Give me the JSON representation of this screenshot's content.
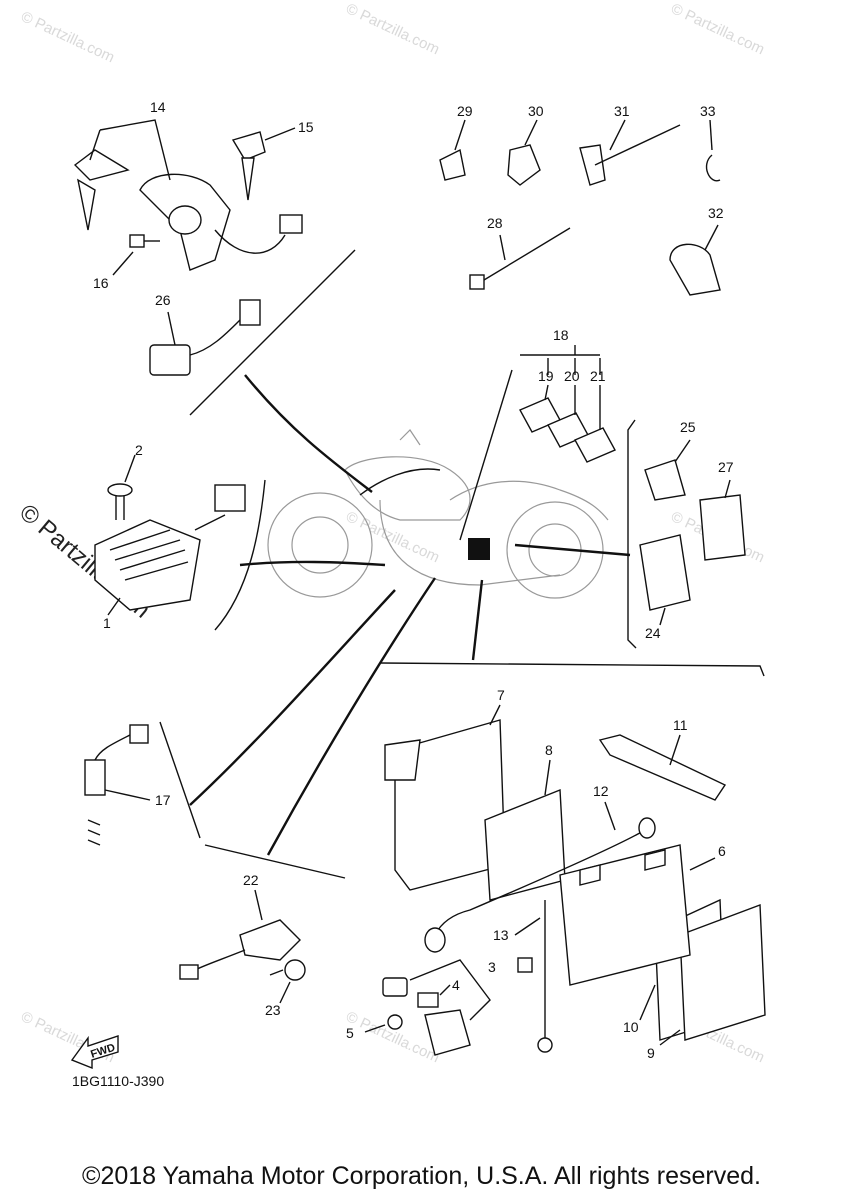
{
  "watermark_text": "© Partzilla.com",
  "watermark_label_large": "© Partzilla.com",
  "diagram_code": "1BG1110-J390",
  "fwd_label": "FWD",
  "copyright": "©2018 Yamaha Motor Corporation, U.S.A. All rights reserved.",
  "callouts": {
    "c1": "1",
    "c2": "2",
    "c3": "3",
    "c4": "4",
    "c5": "5",
    "c6": "6",
    "c7": "7",
    "c8": "8",
    "c9": "9",
    "c10": "10",
    "c11": "11",
    "c12": "12",
    "c13": "13",
    "c14": "14",
    "c15": "15",
    "c16": "16",
    "c17": "17",
    "c18": "18",
    "c19": "19",
    "c20": "20",
    "c21": "21",
    "c22": "22",
    "c23": "23",
    "c24": "24",
    "c25": "25",
    "c26": "26",
    "c27": "27",
    "c28": "28",
    "c29": "29",
    "c30": "30",
    "c31": "31",
    "c32": "32",
    "c33": "33"
  }
}
